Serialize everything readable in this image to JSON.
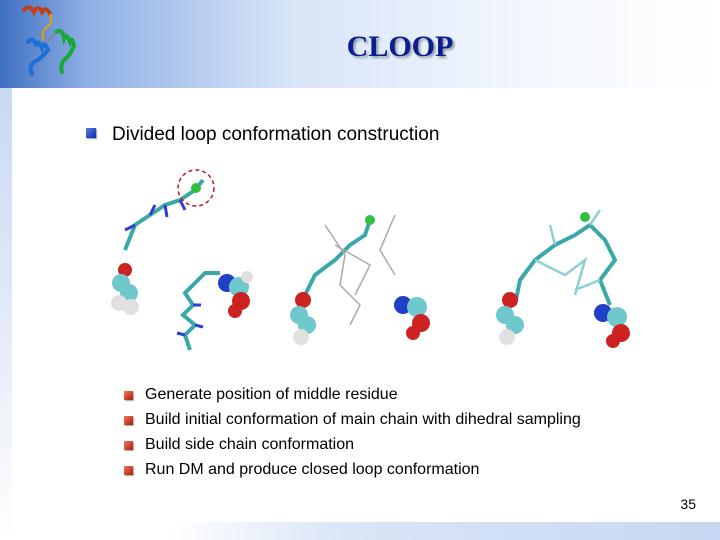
{
  "slide": {
    "title": "CLOOP",
    "main_bullet": "Divided loop conformation construction",
    "sub_bullets": [
      "Generate position of middle residue",
      "Build initial conformation of main chain with dihedral sampling",
      "Build side chain conformation",
      "Run DM and produce closed loop conformation"
    ],
    "page_number": "35"
  },
  "colors": {
    "title": "#0b1f8f",
    "main_bullet": "#0c2aa8",
    "sub_bullet": "#b01808",
    "header_band": "#3d6fc0"
  },
  "icons": {
    "logo": "protein-helix-icon",
    "figure": "loop-conformation-molecule-images"
  }
}
